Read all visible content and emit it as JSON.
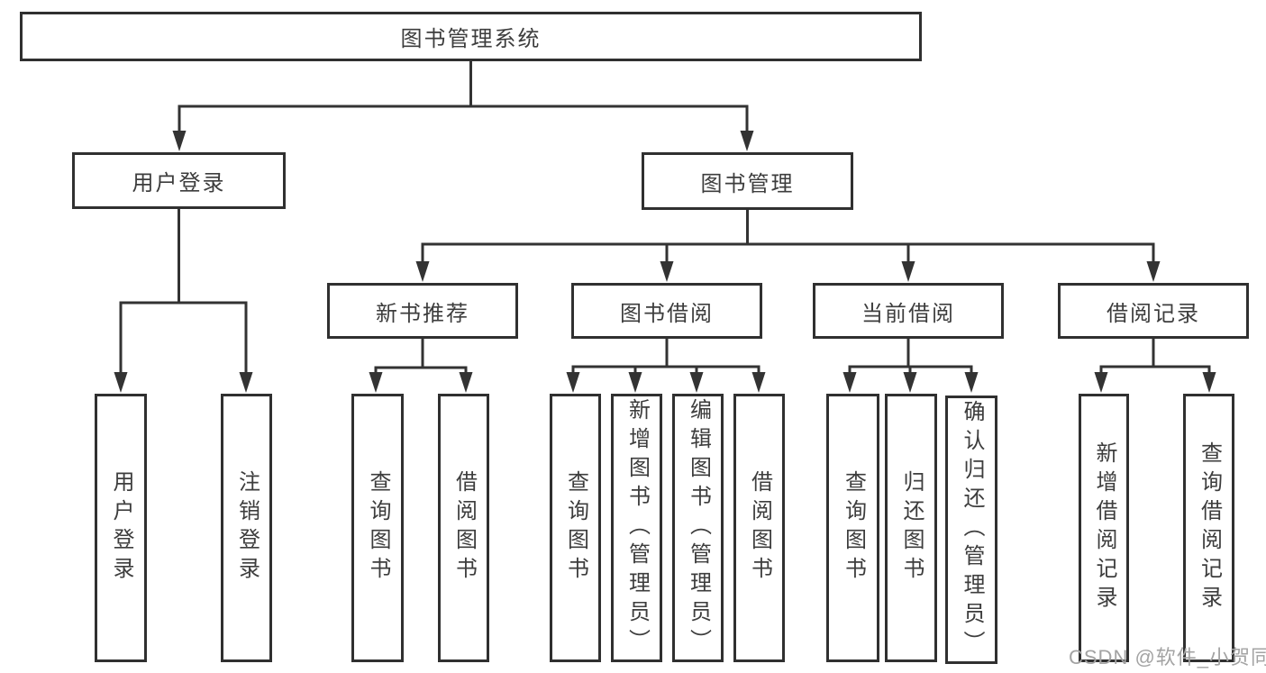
{
  "tree": {
    "label": "图书管理系统",
    "children": [
      {
        "label": "用户登录",
        "children": [
          {
            "label": "用户登录"
          },
          {
            "label": "注销登录"
          }
        ]
      },
      {
        "label": "图书管理",
        "children": [
          {
            "label": "新书推荐",
            "children": [
              {
                "label": "查询图书"
              },
              {
                "label": "借阅图书"
              }
            ]
          },
          {
            "label": "图书借阅",
            "children": [
              {
                "label": "查询图书"
              },
              {
                "label": "新增图书（管理员）"
              },
              {
                "label": "编辑图书（管理员）"
              },
              {
                "label": "借阅图书"
              }
            ]
          },
          {
            "label": "当前借阅",
            "children": [
              {
                "label": "查询图书"
              },
              {
                "label": "归还图书"
              },
              {
                "label": "确认归还（管理员）"
              }
            ]
          },
          {
            "label": "借阅记录",
            "children": [
              {
                "label": "新增借阅记录"
              },
              {
                "label": "查询借阅记录"
              }
            ]
          }
        ]
      }
    ]
  },
  "watermark": {
    "text": "CSDN @软件_小贺同学"
  },
  "colors": {
    "line": "#333333",
    "box_border": "#303030",
    "text": "#3d3d3d",
    "watermark": "#a3a3a3",
    "background": "#ffffff"
  }
}
